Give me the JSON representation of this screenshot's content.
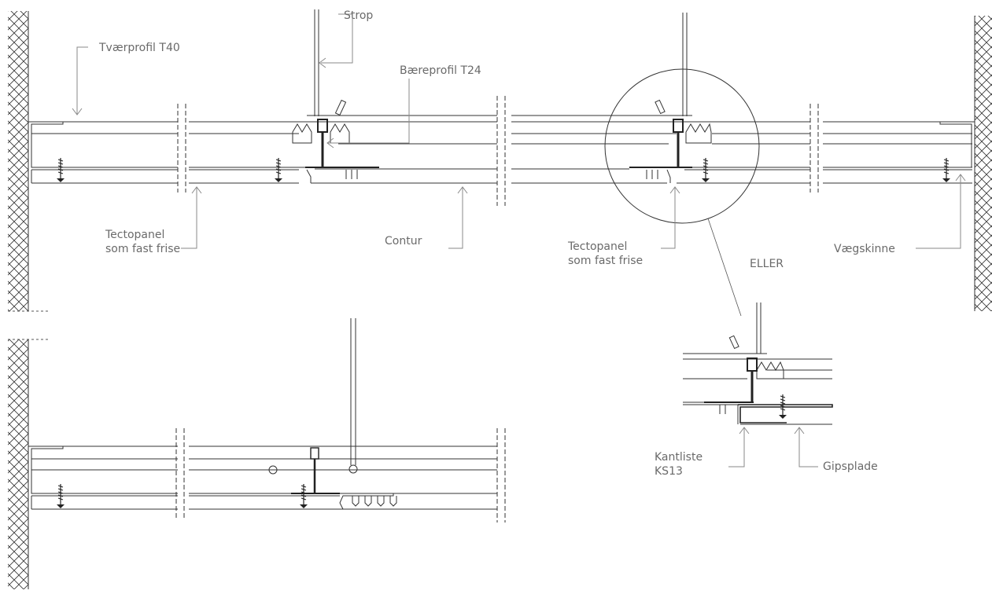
{
  "labels": {
    "strop": "Strop",
    "tvaerprofil": "Tværprofil T40",
    "baereprofil": "Bæreprofil T24",
    "tectopanel_left_1": "Tectopanel",
    "tectopanel_left_2": "som fast frise",
    "contur": "Contur",
    "tectopanel_right_1": "Tectopanel",
    "tectopanel_right_2": "som fast frise",
    "eller": "ELLER",
    "vaegskinne": "Vægskinne",
    "kantliste_1": "Kantliste",
    "kantliste_2": "KS13",
    "gipsplade": "Gipsplade"
  }
}
